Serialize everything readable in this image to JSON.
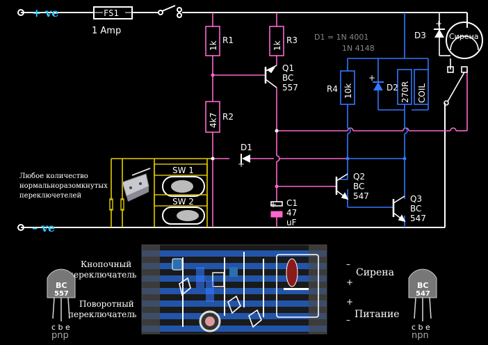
{
  "supply": {
    "pos": "+ ve",
    "neg": "– ve"
  },
  "fuse": {
    "id": "FS1",
    "rating": "1 Amp"
  },
  "resistors": {
    "r1": {
      "value": "1k",
      "id": "R1"
    },
    "r2": {
      "value": "4k7",
      "id": "R2"
    },
    "r3": {
      "value": "1k",
      "id": "R3"
    },
    "r4": {
      "value": "10k",
      "id": "R4"
    }
  },
  "coil": {
    "value": "270R",
    "label": "COIL"
  },
  "diodes": {
    "note_line1": "D1 = 1N 4001",
    "note_line2": "1N 4148",
    "d1": "D1",
    "d2": "D2",
    "d3": "D3",
    "plus": "+"
  },
  "transistors": {
    "q1": {
      "id": "Q1",
      "type_a": "BC",
      "type_b": "557"
    },
    "q2": {
      "id": "Q2",
      "type_a": "BC",
      "type_b": "547"
    },
    "q3": {
      "id": "Q3",
      "type_a": "BC",
      "type_b": "547"
    }
  },
  "capacitor": {
    "id": "C1",
    "value": "47",
    "unit": "uF",
    "plus": "+"
  },
  "siren": {
    "label": "Сирена"
  },
  "switches": {
    "note_line1": "Любое количество",
    "note_line2": "нормальноразомкнутых",
    "note_line3": "переключетелей",
    "sw1": "SW 1",
    "sw2": "SW 2"
  },
  "board": {
    "left_top_1": "Кнопочный",
    "left_top_2": "переключатель",
    "left_bot_1": "Поворотный",
    "left_bot_2": "переключатель",
    "right_top": "Сирена",
    "right_bot": "Питание",
    "sign_minus_top": "–",
    "sign_plus_top": "+",
    "sign_plus_bot": "+",
    "sign_minus_bot": "–"
  },
  "pnp": {
    "code1": "BC",
    "code2": "557",
    "pins": "c b e",
    "label": "pnp"
  },
  "npn": {
    "code1": "BC",
    "code2": "547",
    "pins": "c b e",
    "label": "npn"
  },
  "colors": {
    "pink": "#ff66cc",
    "yellow": "#e6cc00",
    "blue": "#3377ff",
    "white": "#ffffff",
    "cyan": "#33ccff"
  }
}
